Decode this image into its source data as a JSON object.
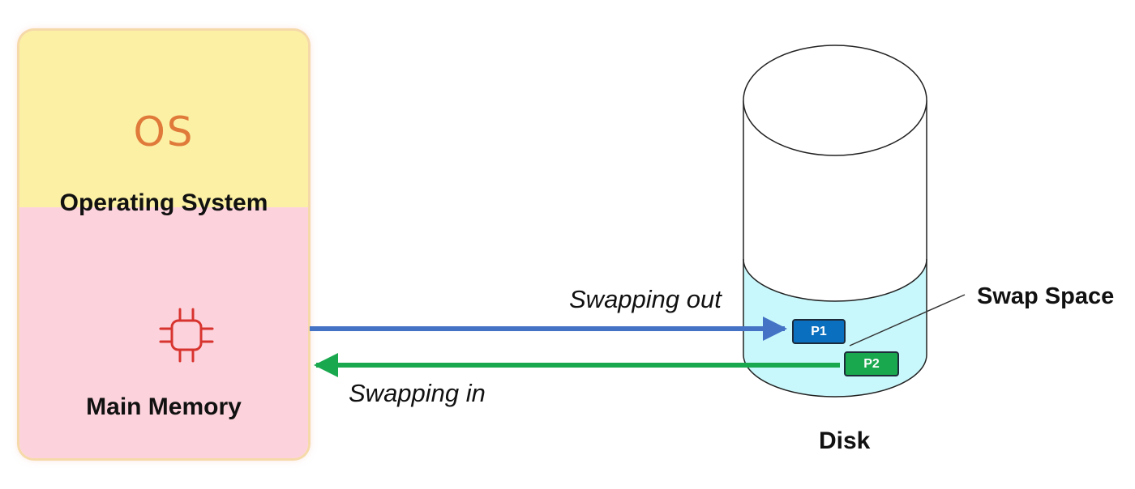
{
  "memory": {
    "os_logo": "OS",
    "os_title": "Operating System",
    "main_memory_title": "Main Memory"
  },
  "arrows": {
    "swap_out_label": "Swapping out",
    "swap_in_label": "Swapping in"
  },
  "disk": {
    "label": "Disk",
    "swap_space_label": "Swap Space",
    "processes": [
      "P1",
      "P2"
    ]
  },
  "colors": {
    "os_region": "#fbf0a4",
    "memory_region": "#fcd3dc",
    "os_logo": "#e07a3a",
    "chip_icon": "#d8342f",
    "swap_out_arrow": "#4472c4",
    "swap_in_arrow": "#1aa84f",
    "swap_area": "#c9f8fc",
    "p1": "#0a6fbe",
    "p2": "#1aa84f"
  },
  "icons": {
    "chip": "cpu-chip-icon"
  }
}
